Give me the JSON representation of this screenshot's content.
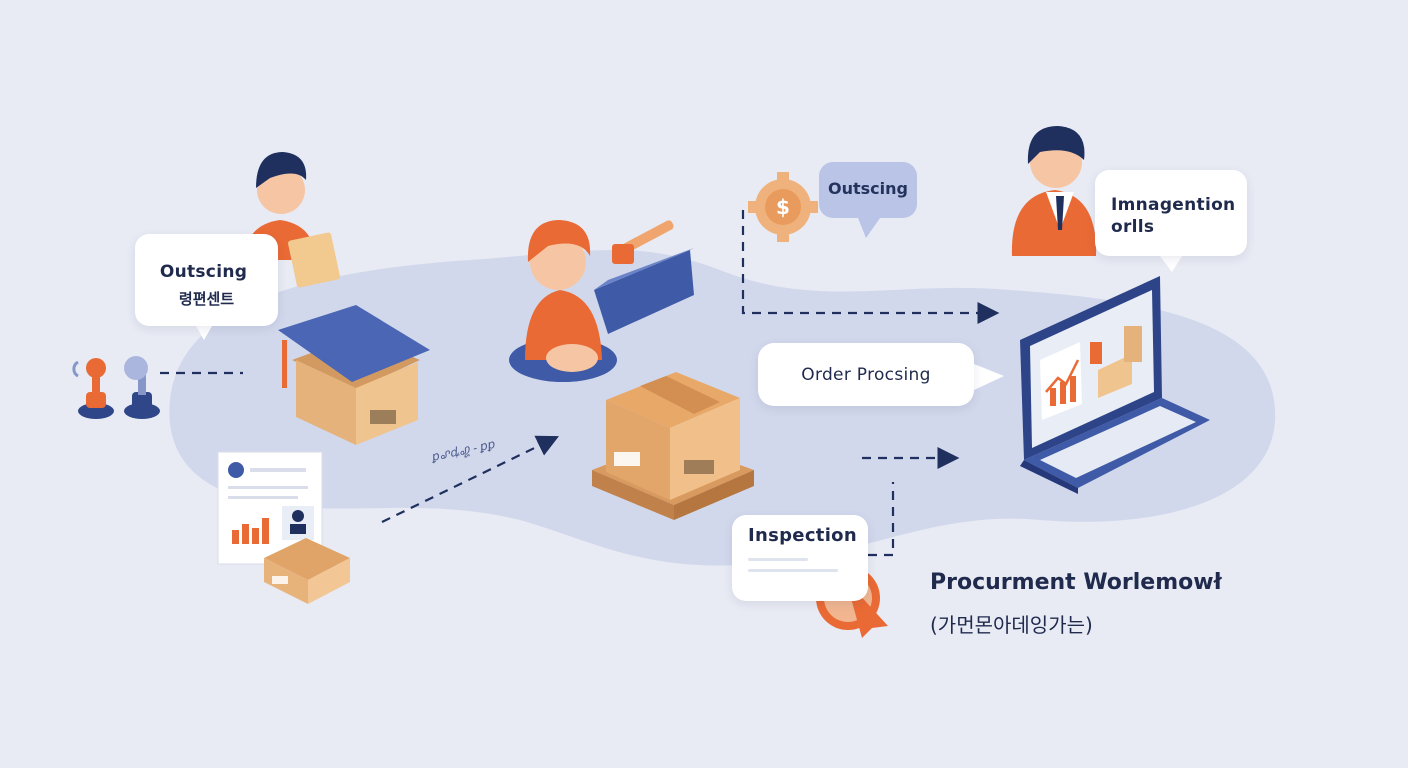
{
  "bubbles": {
    "left_title": "Outscing",
    "left_sub": "령편센트",
    "top_center": "Outscing",
    "right_line1": "Imnagention",
    "right_line2": "orlls",
    "order": "Order Procsing",
    "inspection": "Inspection"
  },
  "dashed_label": "ꝑ꩖ꝱ꩗ - ꝑꝑ",
  "caption": {
    "title": "Procurment Worlemowł",
    "subtitle": "(가먼몬아데잉가는)"
  },
  "icons": {
    "currency_symbol": "$"
  },
  "colors": {
    "background": "#e8ebf4",
    "blob": "#d2d8ec",
    "orange": "#ea6a35",
    "navy": "#1f2f5e",
    "blue": "#4763b1",
    "box": "#e8b27b",
    "white": "#ffffff"
  }
}
